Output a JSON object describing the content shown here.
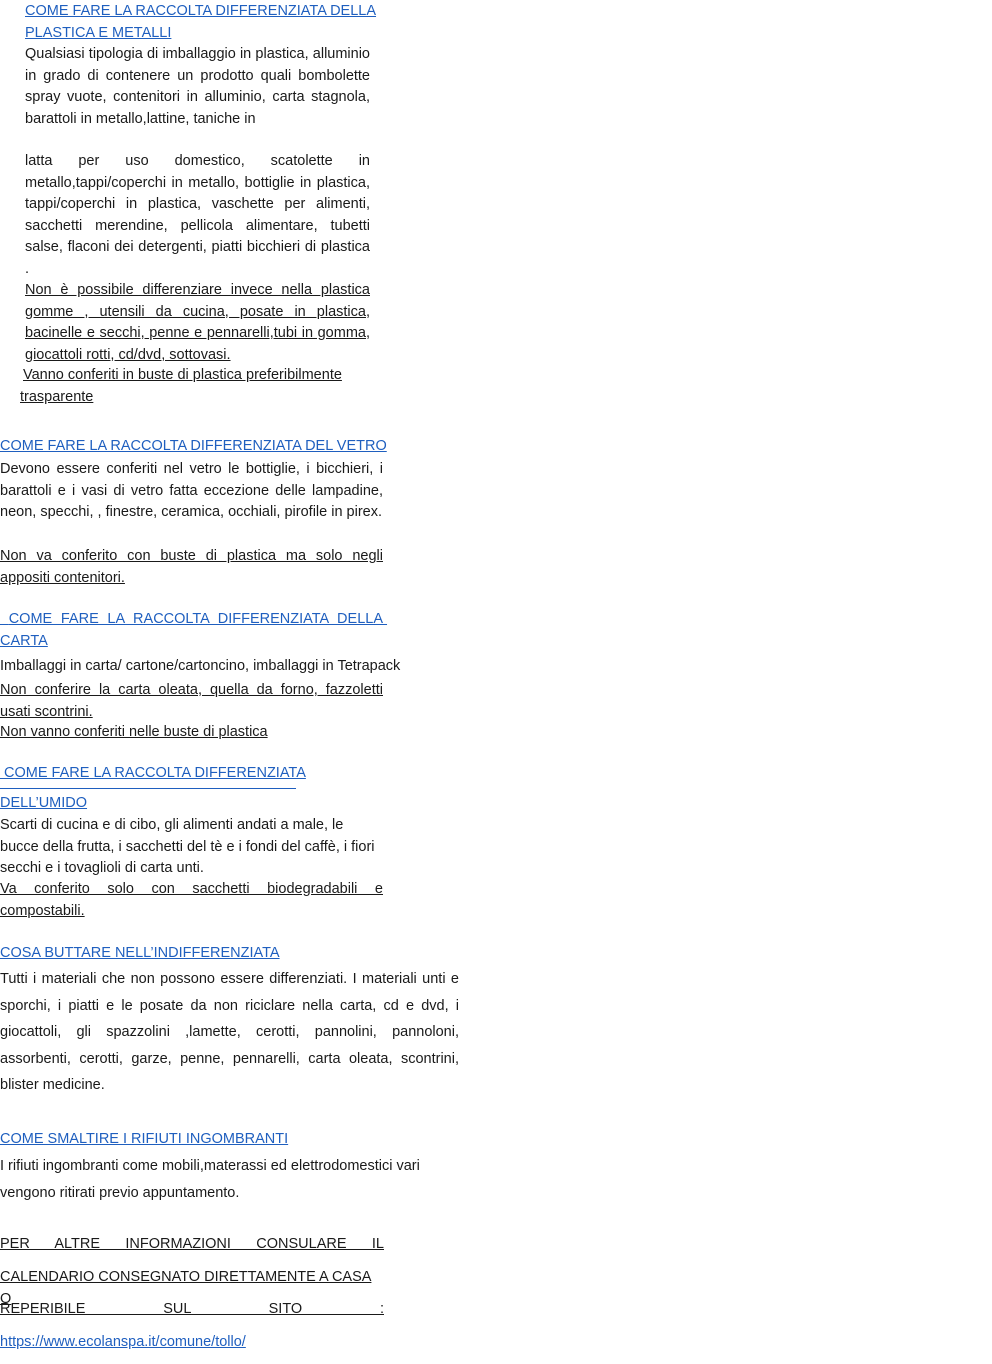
{
  "plastica": {
    "title_l1": "COME FARE LA RACCOLTA DIFFERENZIATA DELLA",
    "title_l2": "PLASTICA E METALLI",
    "body1": "Qualsiasi tipologia di imballaggio in plastica, alluminio in grado di contenere un prodotto quali bombolette spray vuote, contenitori in alluminio, carta stagnola, barattoli in metallo,lattine, taniche in",
    "body2": "latta per uso domestico, scatolette in metallo,tappi/coperchi in metallo, bottiglie in plastica, tappi/coperchi in plastica, vaschette per alimenti, sacchetti merendine, pellicola alimentare, tubetti salse, flaconi dei detergenti, piatti bicchieri di plastica .",
    "exclusion": "Non è possibile differenziare invece nella plastica gomme , utensili da cucina, posate in plastica, bacinelle e secchi, penne e pennarelli,tubi in gomma, giocattoli rotti, cd/dvd, sottovasi.",
    "note_l1": "Vanno conferiti in buste di plastica preferibilmente",
    "note_l2": "trasparente"
  },
  "vetro": {
    "title": "COME FARE LA RACCOLTA DIFFERENZIATA DEL VETRO",
    "body": "Devono essere conferiti nel vetro le bottiglie, i bicchieri, i barattoli e i vasi di vetro fatta eccezione delle lampadine, neon, specchi, , finestre, ceramica, occhiali, pirofile in pirex.",
    "note": "Non va conferito con buste di plastica ma solo negli appositi contenitori."
  },
  "carta": {
    "title": " COME FARE LA RACCOLTA DIFFERENZIATA DELLA CARTA",
    "body": "Imballaggi in carta/ cartone/cartoncino, imballaggi in Tetrapack",
    "exclusion": "Non conferire la carta oleata, quella da forno, fazzoletti usati scontrini.",
    "note": "Non vanno conferiti nelle buste di plastica"
  },
  "umido": {
    "title_l1": " COME FARE LA RACCOLTA DIFFERENZIATA",
    "title_l2": "DELL’UMIDO",
    "body": "Scarti di cucina e di cibo, gli alimenti andati a male, le bucce della frutta, i sacchetti del tè e i fondi del caffè, i fiori secchi e i tovaglioli di carta unti.",
    "note": "Va conferito solo con sacchetti biodegradabili e compostabili."
  },
  "indifferenziata": {
    "title": "COSA BUTTARE NELL’INDIFFERENZIATA",
    "body": "Tutti i materiali che non possono essere differenziati. I materiali unti e sporchi, i piatti e le posate da non riciclare nella carta, cd e dvd, i giocattoli, gli spazzolini ,lamette, cerotti, pannolini, pannoloni, assorbenti, cerotti, garze, penne, pennarelli, carta oleata, scontrini, blister medicine."
  },
  "ingombranti": {
    "title": "COME SMALTIRE I RIFIUTI INGOMBRANTI",
    "body": "I rifiuti ingombranti come mobili,materassi ed elettrodomestici vari vengono ritirati previo appuntamento."
  },
  "info": {
    "line1": "PER ALTRE INFORMAZIONI CONSULARE IL",
    "line2": "CALENDARIO CONSEGNATO DIRETTAMENTE A CASA O",
    "line3": "REPERIBILE SUL SITO :",
    "url": "https://www.ecolanspa.it/comune/tollo/"
  },
  "colors": {
    "link": "#1f5fbf",
    "text": "#1a1a1a"
  }
}
